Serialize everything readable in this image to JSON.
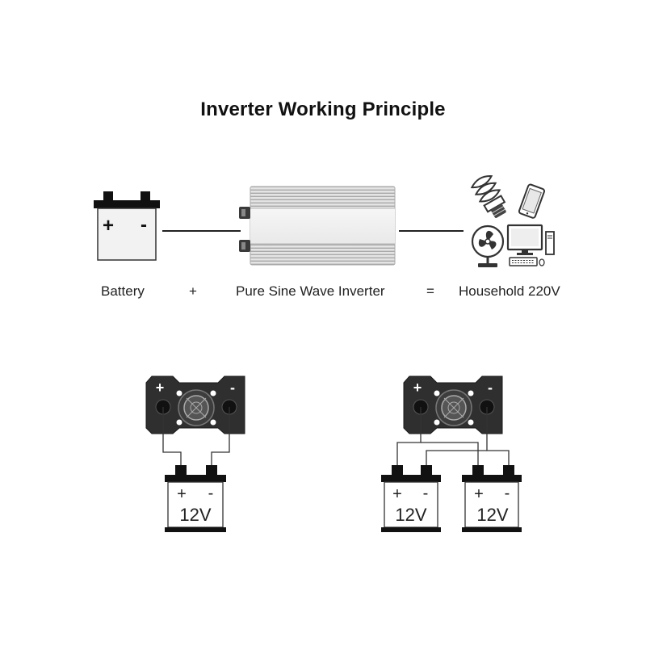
{
  "title": "Inverter Working Principle",
  "equation": {
    "battery": "Battery",
    "plus": "+",
    "inverter": "Pure Sine Wave Inverter",
    "equals": "=",
    "output": "Household 220V"
  },
  "battery_icon": {
    "plus": "+",
    "minus": "-"
  },
  "inverter_terminals": {
    "plus": "+",
    "minus": "-"
  },
  "batteries": {
    "single": {
      "plus": "+",
      "minus": "-",
      "voltage": "12V"
    },
    "parallel_a": {
      "plus": "+",
      "minus": "-",
      "voltage": "12V"
    },
    "parallel_b": {
      "plus": "+",
      "minus": "-",
      "voltage": "12V"
    }
  },
  "appliance_icons": [
    "bulb-icon",
    "phone-icon",
    "fan-icon",
    "monitor-icon",
    "keyboard-icon",
    "computer-tower-icon"
  ],
  "colors": {
    "inverter_body": "#d8d8d8",
    "inverter_panel": "#2f2f2f",
    "line": "#222222"
  }
}
